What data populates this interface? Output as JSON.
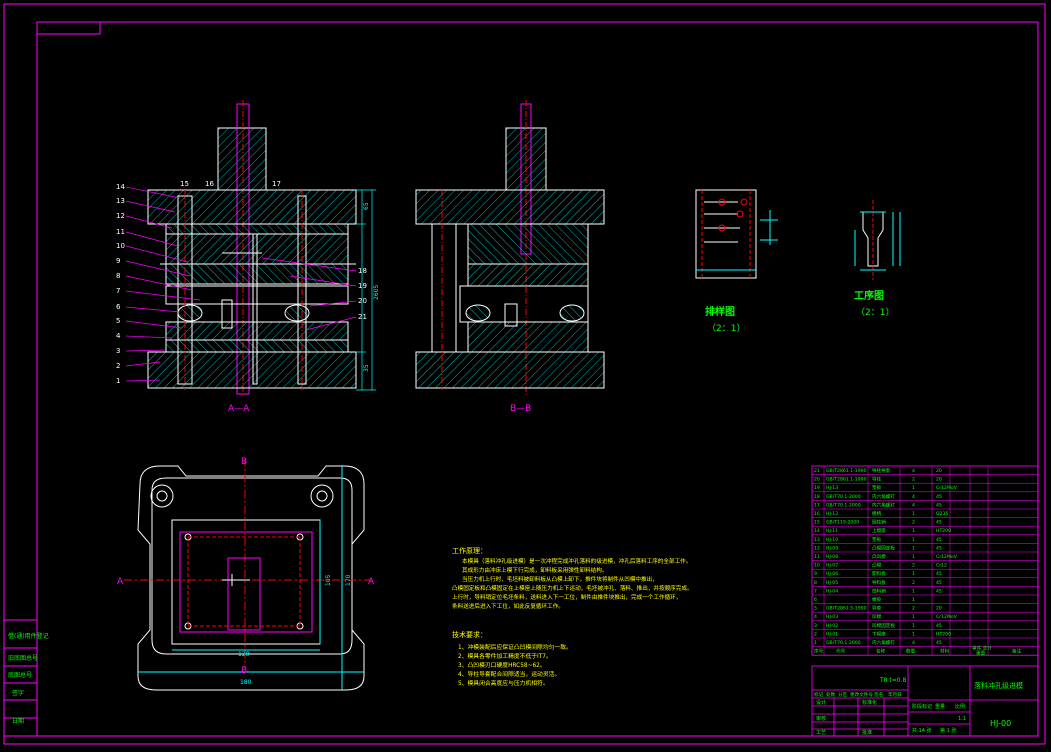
{
  "colors": {
    "frame": "#ff00ff",
    "outline": "#ffffff",
    "hatch": "#00ffff",
    "center": "#ff0000",
    "part": "#00ff00",
    "dim": "#00ffff",
    "note": "#ffff00"
  },
  "views": {
    "section_aa_label": "A—A",
    "section_bb_label": "B—B",
    "strip_title": "排样图",
    "strip_scale": "（2：1）",
    "process_title": "工序图",
    "process_scale": "（2：1）",
    "plan_marker_b": "B",
    "plan_marker_a": "A"
  },
  "leaders_left": [
    "14",
    "13",
    "12",
    "11",
    "10",
    "9",
    "8",
    "7",
    "6",
    "5",
    "4",
    "3",
    "2",
    "1"
  ],
  "leaders_top": [
    "15",
    "16",
    "17"
  ],
  "leaders_right": [
    "18",
    "19",
    "20",
    "21"
  ],
  "dims": {
    "h1": "65",
    "h2": "2605",
    "h3": "35",
    "plan_w": "120",
    "plan_total": "180",
    "plan_h": "105",
    "plan_h2": "170"
  },
  "work_principle": {
    "title": "工作原理：",
    "lines": [
      "本模具（落料冲孔级进模）是一次冲程完成冲孔落料的级进模，冲孔后落料工序的全部工作。",
      "其成形力由冲床上模下行完成，卸料板采用弹性卸料结构。",
      "当压力机上行时，毛坯料被卸料板从凸模上卸下，推件块将制件从凹模中推出，",
      "凸模固定板和凸模固定在上模座上随压力机上下运动，毛坯被冲孔、落料、推出，并按顺序完成。",
      "上行时，导料销定位毛坯条料，送料进入下一工位，制件由推件块推出，完成一个工作循环，",
      "条料送进后进入下工位，如此反复循环工作。"
    ]
  },
  "tech_req": {
    "title": "技术要求：",
    "lines": [
      "1、冲模装配后应保证凸凹模间隙均匀一致。",
      "2、模具各零件加工精度不低于IT7。",
      "3、凸凹模刃口硬度HRC58~62。",
      "4、导柱导套配合间隙适当，运动灵活。",
      "5、模具闭合高度应与压力机相符。"
    ]
  },
  "bom": {
    "rows": [
      {
        "no": "21",
        "code": "GB/T2861.1-1990",
        "name": "导柱导套",
        "qty": "4",
        "mat": "20"
      },
      {
        "no": "20",
        "code": "GB/T2861.1-1990",
        "name": "导柱",
        "qty": "2",
        "mat": "20"
      },
      {
        "no": "19",
        "code": "HJ-13",
        "name": "垫板",
        "qty": "1",
        "mat": "Cr12MoV"
      },
      {
        "no": "18",
        "code": "GB/T70.1-2000",
        "name": "内六角螺钉",
        "qty": "4",
        "mat": "45"
      },
      {
        "no": "17",
        "code": "GB/T70.1-2000",
        "name": "内六角螺钉",
        "qty": "4",
        "mat": "45"
      },
      {
        "no": "16",
        "code": "HJ-12",
        "name": "模柄",
        "qty": "1",
        "mat": "Q235"
      },
      {
        "no": "15",
        "code": "GB/T119-2000",
        "name": "圆柱销",
        "qty": "2",
        "mat": "45"
      },
      {
        "no": "14",
        "code": "HJ-11",
        "name": "上模座",
        "qty": "1",
        "mat": "HT200"
      },
      {
        "no": "13",
        "code": "HJ-10",
        "name": "垫板",
        "qty": "1",
        "mat": "45"
      },
      {
        "no": "12",
        "code": "HJ-09",
        "name": "凸模固定板",
        "qty": "1",
        "mat": "45"
      },
      {
        "no": "11",
        "code": "HJ-08",
        "name": "凸凹模",
        "qty": "1",
        "mat": "Cr12MoV"
      },
      {
        "no": "10",
        "code": "HJ-07",
        "name": "凸模",
        "qty": "2",
        "mat": "Cr12"
      },
      {
        "no": "9",
        "code": "HJ-06",
        "name": "卸料板",
        "qty": "1",
        "mat": "45"
      },
      {
        "no": "8",
        "code": "HJ-05",
        "name": "导料板",
        "qty": "2",
        "mat": "45"
      },
      {
        "no": "7",
        "code": "HJ-04",
        "name": "挡料销",
        "qty": "1",
        "mat": "45"
      },
      {
        "no": "6",
        "code": "",
        "name": "橡胶",
        "qty": "1",
        "mat": ""
      },
      {
        "no": "5",
        "code": "GB/T2861.5-1990",
        "name": "导套",
        "qty": "2",
        "mat": "20"
      },
      {
        "no": "4",
        "code": "HJ-03",
        "name": "凹模",
        "qty": "1",
        "mat": "Cr12MoV"
      },
      {
        "no": "3",
        "code": "HJ-02",
        "name": "凹模固定板",
        "qty": "1",
        "mat": "45"
      },
      {
        "no": "2",
        "code": "HJ-01",
        "name": "下模座",
        "qty": "1",
        "mat": "HT200"
      },
      {
        "no": "1",
        "code": "GB/T70.1-2000",
        "name": "内六角螺钉",
        "qty": "4",
        "mat": "45"
      }
    ],
    "header": {
      "no": "序号",
      "code": "代号",
      "name": "名称",
      "qty": "数量",
      "mat": "材料",
      "weight": "单件 总计",
      "mass": "重量",
      "note": "备注"
    }
  },
  "title_block": {
    "material": "T8  t=0.8",
    "drawing_title": "落料冲孔级进模",
    "drawing_code": "HJ-00",
    "scale": "1:1",
    "sheets": "共 14 张",
    "sheet_no": "第 1 张",
    "row_labels": [
      "标记",
      "处数",
      "分区",
      "更改文件号",
      "签名",
      "年月日"
    ],
    "design": "设计",
    "check": "审核",
    "process": "工艺",
    "std": "标准化",
    "approve": "批准",
    "stage": "阶段标记",
    "weight": "重量",
    "ratio": "比例"
  },
  "side_stamp": {
    "cells": [
      "借(通)用件登记",
      "旧底图总号",
      "底图总号",
      "签字",
      "日期"
    ]
  }
}
